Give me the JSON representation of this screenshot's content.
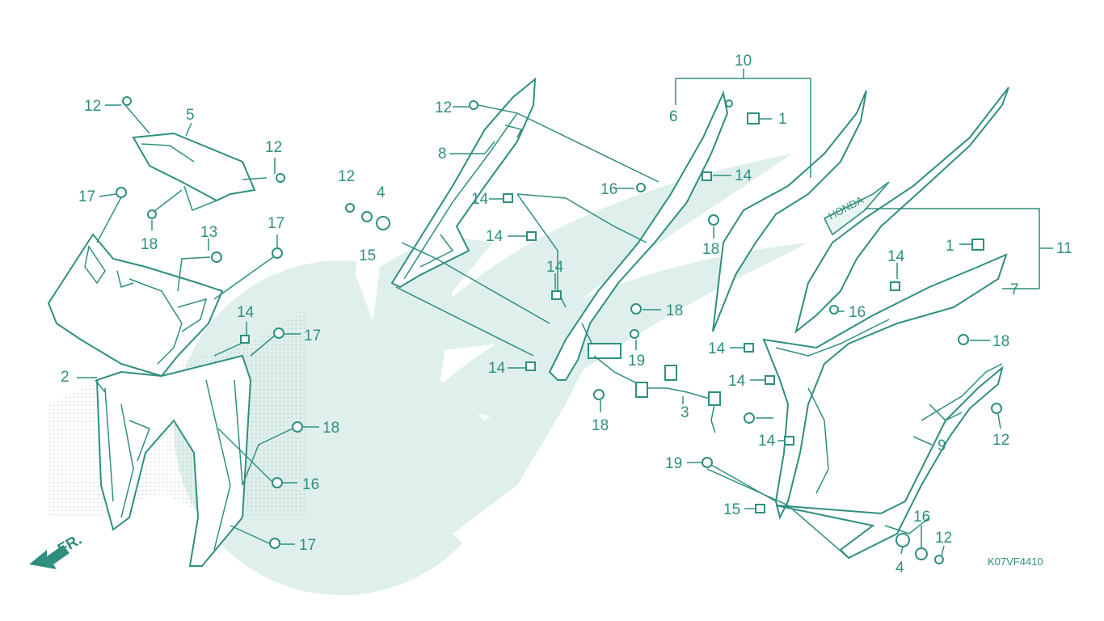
{
  "diagram": {
    "code": "K07VF4410",
    "front_label": "FR.",
    "logo_text": "HONDA",
    "labels": [
      "1",
      "1",
      "2",
      "3",
      "4",
      "4",
      "5",
      "6",
      "7",
      "8",
      "9",
      "10",
      "11",
      "12",
      "12",
      "12",
      "12",
      "12",
      "12",
      "13",
      "14",
      "14",
      "14",
      "14",
      "14",
      "14",
      "14",
      "14",
      "14",
      "14",
      "15",
      "15",
      "16",
      "16",
      "16",
      "16",
      "17",
      "17",
      "17",
      "17",
      "18",
      "18",
      "18",
      "18",
      "18",
      "18",
      "19",
      "19"
    ]
  },
  "colors": {
    "line": "#2f8f7f",
    "watermark": "#dff0ec"
  }
}
